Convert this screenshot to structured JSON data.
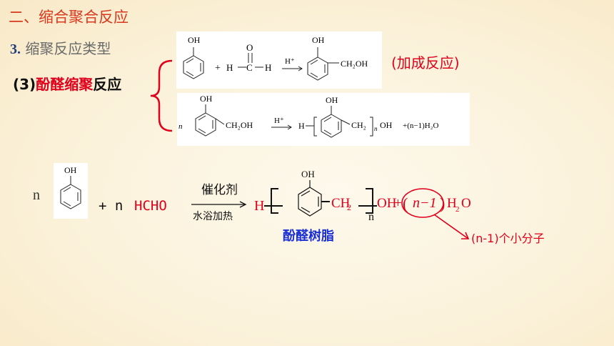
{
  "heading": "二、缩合聚合反应",
  "subheading": {
    "num": "3.",
    "text": "缩聚反应类型"
  },
  "topic": {
    "num": "(3)",
    "red": "酚醛缩聚",
    "rest": "反应"
  },
  "reaction1": {
    "oh": "OH",
    "plus": "+",
    "h_left": "H",
    "c": "C",
    "o": "O",
    "h_right": "H",
    "catalyst": "H⁺",
    "product_oh": "OH",
    "product_group": "CH₂OH"
  },
  "reaction1_note": "(加成反应)",
  "reaction2": {
    "n": "n",
    "oh": "OH",
    "group": "CH₂OH",
    "catalyst": "H⁺",
    "h": "H",
    "p_oh": "OH",
    "p_ch2": "CH₂",
    "p_n": "n",
    "p_end": "OH",
    "byproduct": "+(n−1)H₂O"
  },
  "main_reaction": {
    "n": "n",
    "oh": "OH",
    "plus_n": "+ n",
    "hcho": "HCHO",
    "cond_top": "催化剂",
    "cond_bottom": "水浴加热",
    "h": "H",
    "p_oh": "OH",
    "ch2": "CH",
    "ch2_sub": "2",
    "subscript_n": "n",
    "oh_end": "OH",
    "plus": "+",
    "paren_l": "(",
    "coef": "n−1",
    "paren_r": ")",
    "water": "H",
    "water_sub": "2",
    "water_o": "O"
  },
  "resin_label": "酚醛树脂",
  "small_molecules_label": "(n-1)个小分子",
  "colors": {
    "red": "#e0001b",
    "blue": "#1a2fd6",
    "heading": "#d9381e"
  }
}
